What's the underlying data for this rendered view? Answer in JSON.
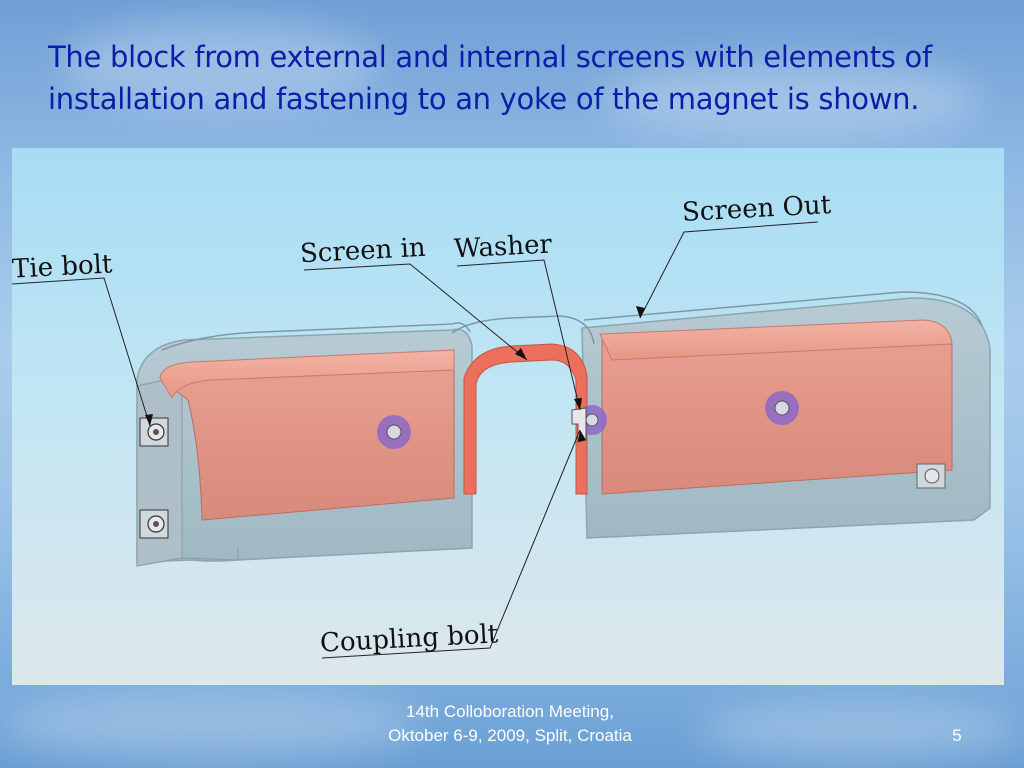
{
  "slide": {
    "title": "The block from external and internal screens with elements of installation and fastening to an yoke of the magnet is shown."
  },
  "figure": {
    "labels": {
      "screen_out": "Screen Out",
      "screen_in": "Screen in",
      "washer": "Washer",
      "tie_bolt": "Tie bolt",
      "coupling_bolt": "Coupling bolt"
    },
    "colors": {
      "outer_screen": "#9fb8c3",
      "inner_screen": "#d98a7e",
      "washer": "#8c67c8"
    }
  },
  "footer": {
    "line1": "14th Colloboration Meeting,",
    "line2": "Oktober 6-9, 2009, Split, Croatia",
    "page_number": "5"
  }
}
